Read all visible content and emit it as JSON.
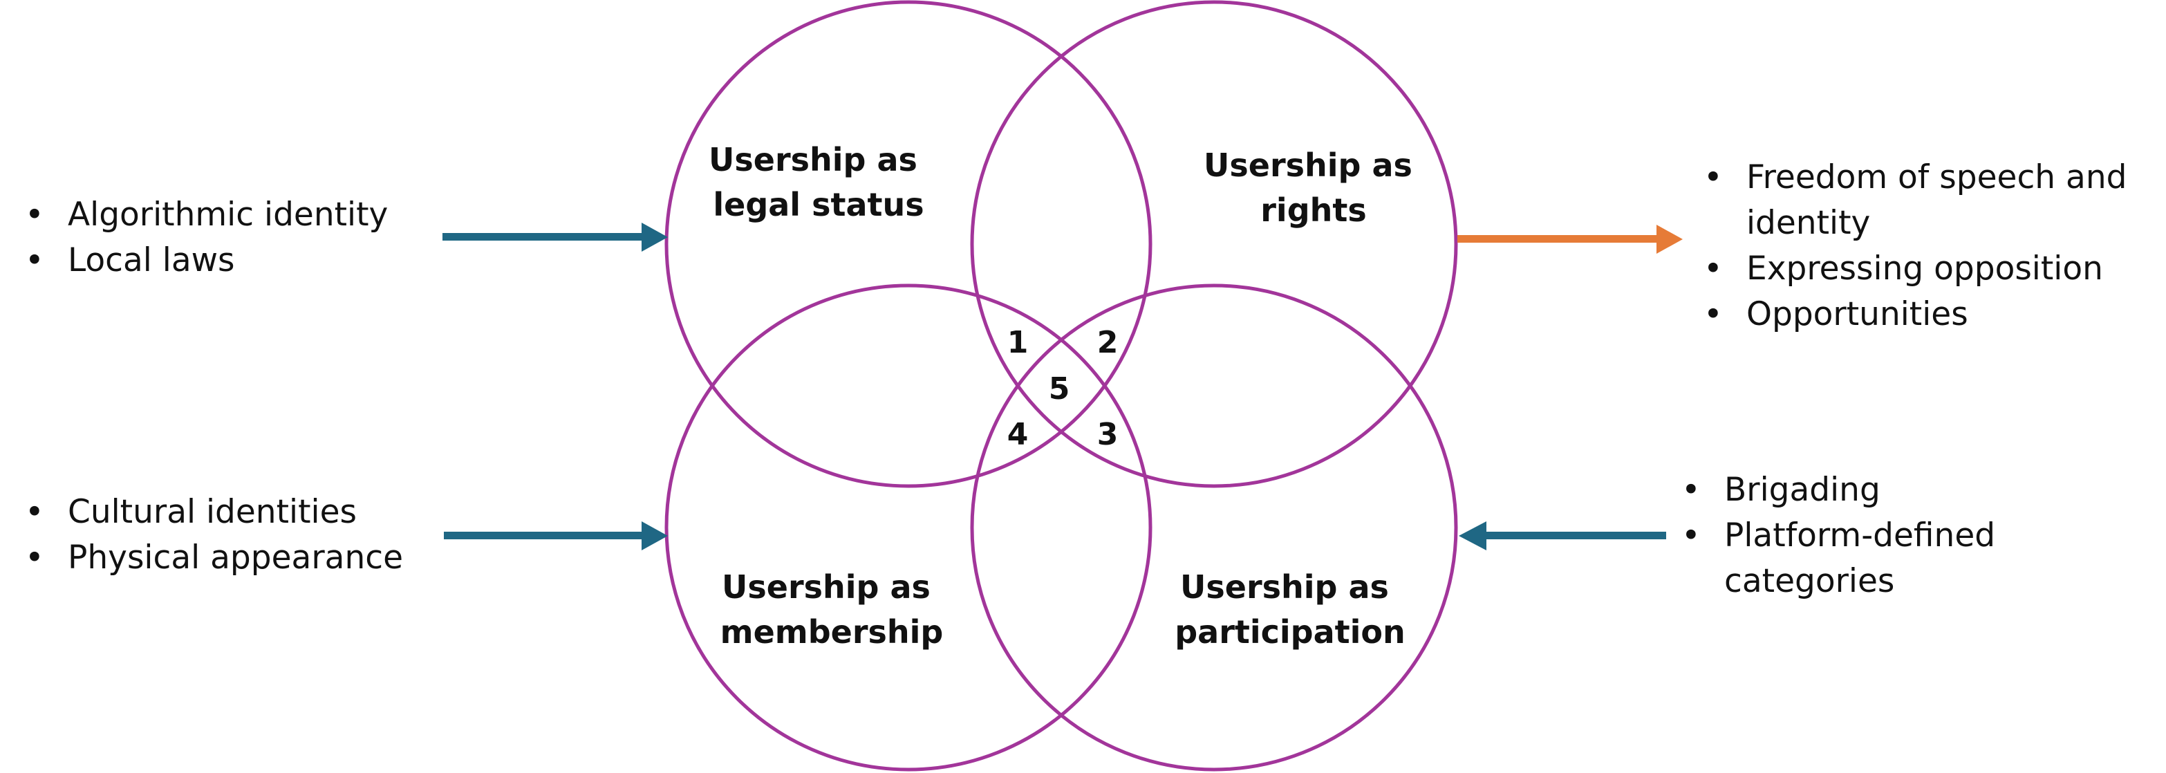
{
  "colors": {
    "circle_stroke": "#a2359a",
    "arrow_in": "#1f6784",
    "arrow_out": "#e67b37",
    "text": "#111111"
  },
  "circles": {
    "legal_status": {
      "line1": "Usership as",
      "line2": "legal status"
    },
    "rights": {
      "line1": "Usership as",
      "line2": "rights"
    },
    "membership": {
      "line1": "Usership as",
      "line2": "membership"
    },
    "participation": {
      "line1": "Usership as",
      "line2": "participation"
    }
  },
  "regions": [
    "1",
    "2",
    "3",
    "4",
    "5"
  ],
  "lists": {
    "top_left": [
      "Algorithmic identity",
      "Local laws"
    ],
    "bottom_left": [
      "Cultural identities",
      "Physical appearance"
    ],
    "top_right": [
      [
        "Freedom of speech and",
        "identity"
      ],
      [
        "Expressing opposition"
      ],
      [
        "Opportunities"
      ]
    ],
    "bottom_right": [
      [
        "Brigading"
      ],
      [
        "Platform-defined",
        "categories"
      ]
    ]
  },
  "arrows": {
    "top_left": {
      "direction": "in",
      "icon": "arrow-right-icon"
    },
    "bottom_left": {
      "direction": "in",
      "icon": "arrow-right-icon"
    },
    "top_right": {
      "direction": "out",
      "icon": "arrow-right-icon"
    },
    "bottom_right": {
      "direction": "in",
      "icon": "arrow-left-icon"
    }
  }
}
